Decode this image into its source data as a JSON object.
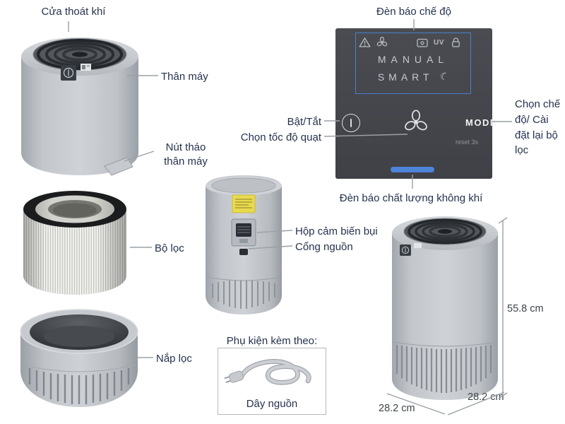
{
  "colors": {
    "label_text": "#25324e",
    "connector_line": "#9aa0a6",
    "panel_background": "#46484d",
    "accent_blue": "#4a7ed2",
    "quality_bar_blue": "#4e83da",
    "body_gray": "#c0c4c9"
  },
  "labels": {
    "air_outlet": "Cửa thoát khí",
    "body": "Thân máy",
    "release_button": "Nút tháo thân máy",
    "mode_indicator": "Đèn báo chế độ",
    "power": "Bật/Tắt",
    "fan_speed": "Chọn tốc độ quạt",
    "mode_select": "Chọn chế độ/ Cài đặt lại bộ lọc",
    "air_quality": "Đèn báo chất lượng không khí",
    "filter": "Bộ lọc",
    "dust_sensor": "Hộp cảm biến bụi",
    "power_port": "Cổng nguồn",
    "filter_cover": "Nắp lọc",
    "accessories_title": "Phụ kiện kèm theo:",
    "power_cord": "Dây nguồn"
  },
  "panel": {
    "mode_word_1": "MANUAL",
    "mode_word_2": "SMART",
    "mode_button": "MODE",
    "reset_hint": "reset 3s",
    "uv_icon_label": "UV"
  },
  "dimensions": {
    "height": "55.8 cm",
    "width": "28.2 cm",
    "depth": "28.2 cm"
  },
  "icons": {
    "moon": "☾"
  }
}
